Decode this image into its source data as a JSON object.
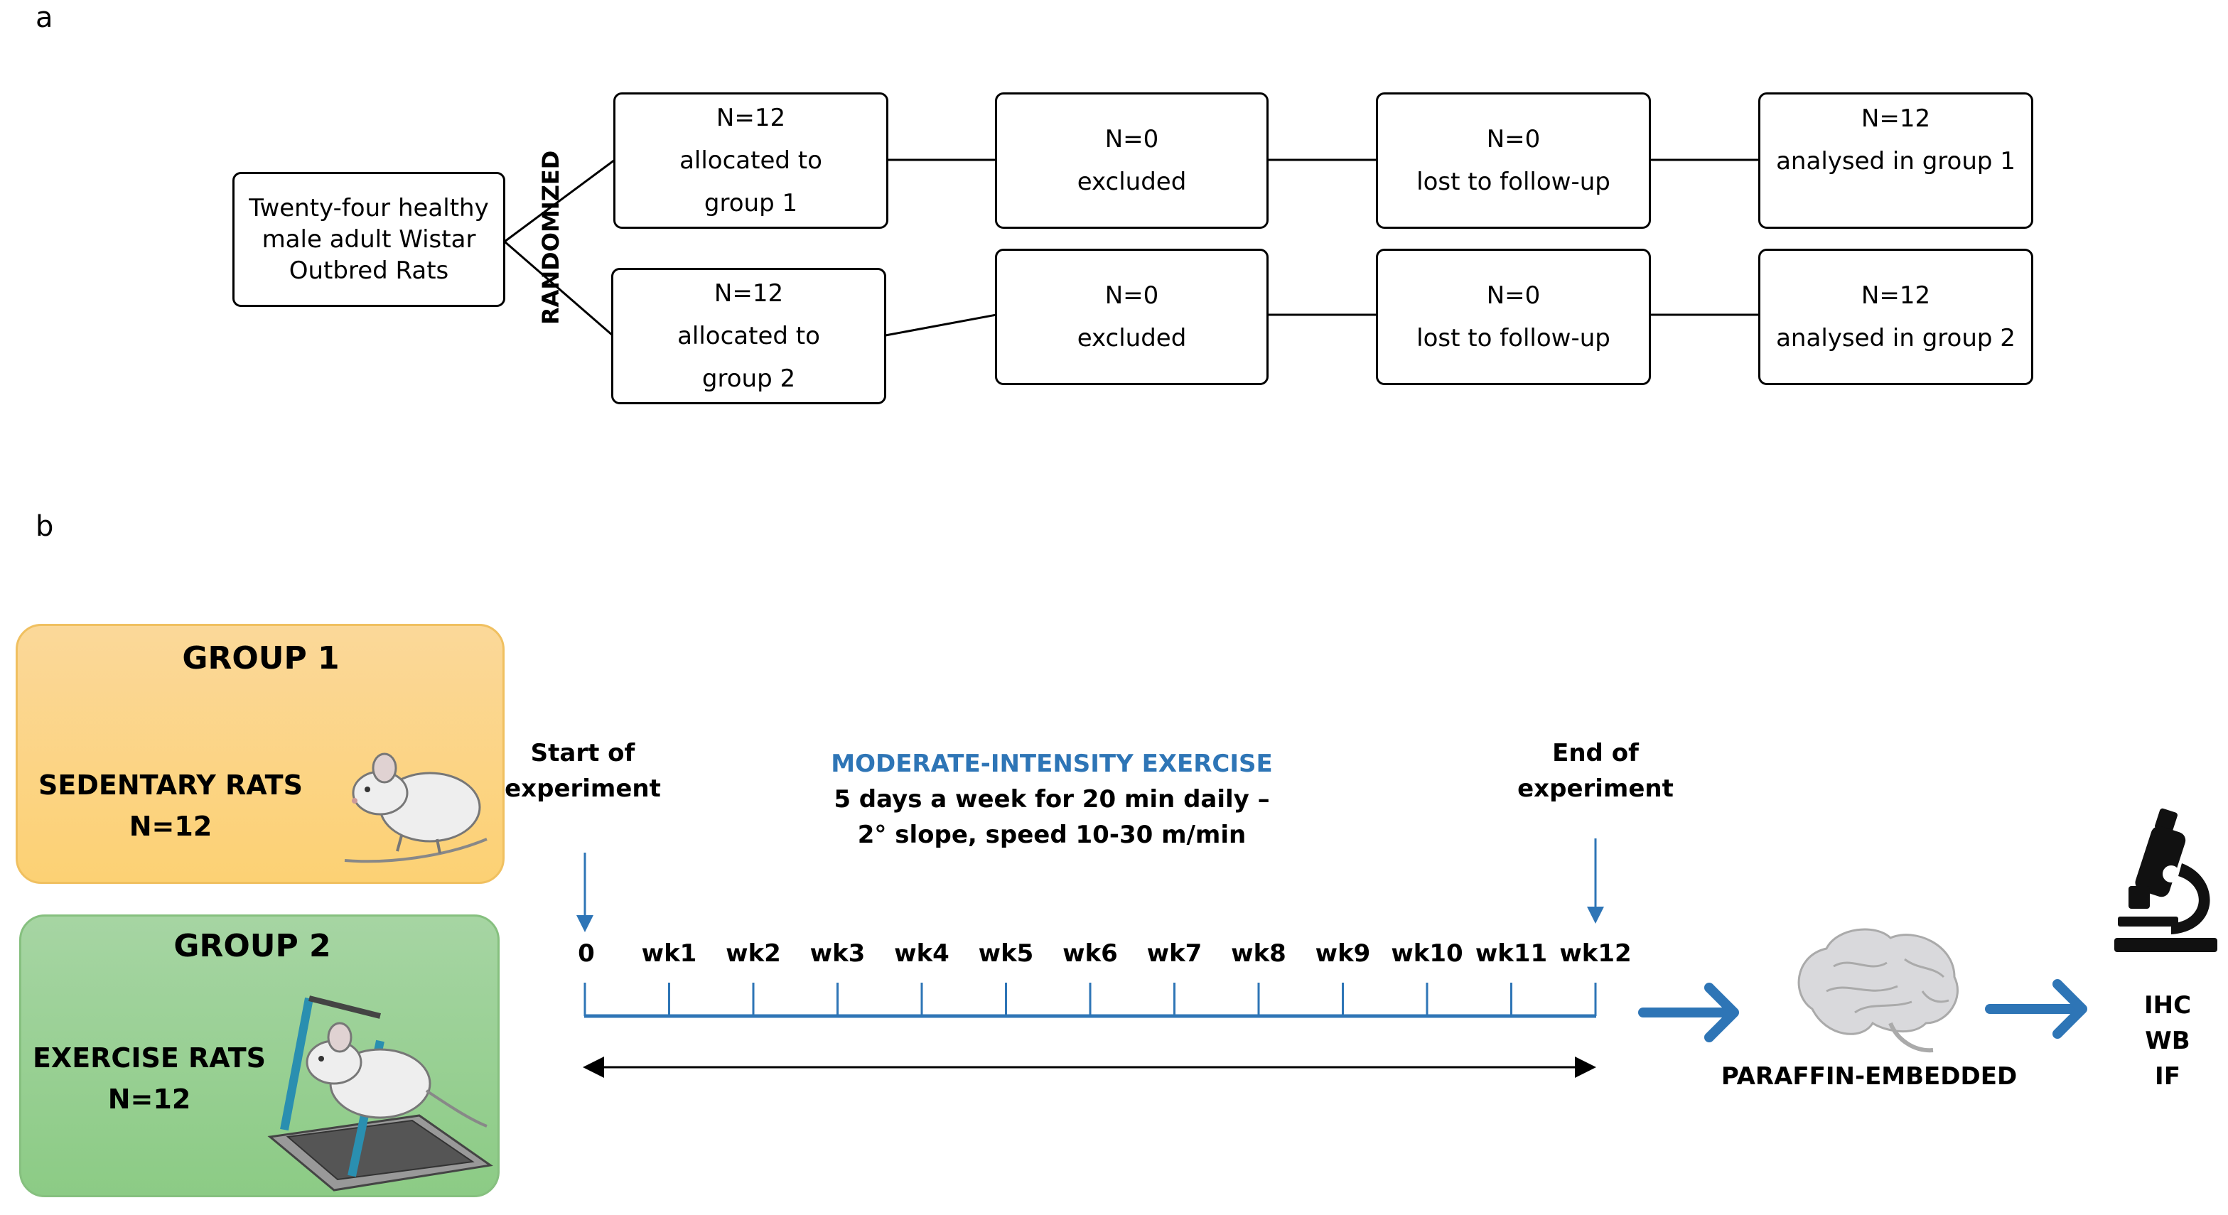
{
  "panel_a": {
    "label": "a",
    "start_box": {
      "line1": "Twenty-four healthy",
      "line2": "male adult Wistar",
      "line3": "Outbred Rats"
    },
    "randomized": "RANDOMIZED",
    "row1": {
      "allocated": {
        "n": "N=12",
        "line1": "allocated to",
        "line2": "group 1"
      },
      "excluded": {
        "n": "N=0",
        "text": "excluded"
      },
      "lost": {
        "n": "N=0",
        "text": "lost to follow-up"
      },
      "analysed": {
        "n": "N=12",
        "text": "analysed in group 1"
      }
    },
    "row2": {
      "allocated": {
        "n": "N=12",
        "line1": "allocated to",
        "line2": "group 2"
      },
      "excluded": {
        "n": "N=0",
        "text": "excluded"
      },
      "lost": {
        "n": "N=0",
        "text": "lost to follow-up"
      },
      "analysed": {
        "n": "N=12",
        "text": "analysed in group 2"
      }
    }
  },
  "panel_b": {
    "label": "b",
    "group1": {
      "title": "GROUP 1",
      "name": "SEDENTARY RATS",
      "n": "N=12",
      "icon": "rat-icon"
    },
    "group2": {
      "title": "GROUP 2",
      "name": "EXERCISE RATS",
      "n": "N=12",
      "icon": "treadmill-rat-icon"
    },
    "start_label": {
      "line1": "Start of",
      "line2": "experiment"
    },
    "end_label": {
      "line1": "End of",
      "line2": "experiment"
    },
    "exercise": {
      "title": "MODERATE-INTENSITY EXERCISE",
      "line1": "5 days a week for 20 min daily –",
      "line2": "2° slope, speed 10-30 m/min"
    },
    "weeks": [
      "0",
      "wk1",
      "wk2",
      "wk3",
      "wk4",
      "wk5",
      "wk6",
      "wk7",
      "wk8",
      "wk9",
      "wk10",
      "wk11",
      "wk12"
    ],
    "paraffin": "PARAFFIN-EMBEDDED",
    "brain_icon": "brain-icon",
    "microscope_icon": "microscope-icon",
    "analyses": [
      "IHC",
      "WB",
      "IF"
    ],
    "colors": {
      "blue": "#2e75b6",
      "group1": "#fcd174",
      "group2": "#8ccb85"
    }
  }
}
